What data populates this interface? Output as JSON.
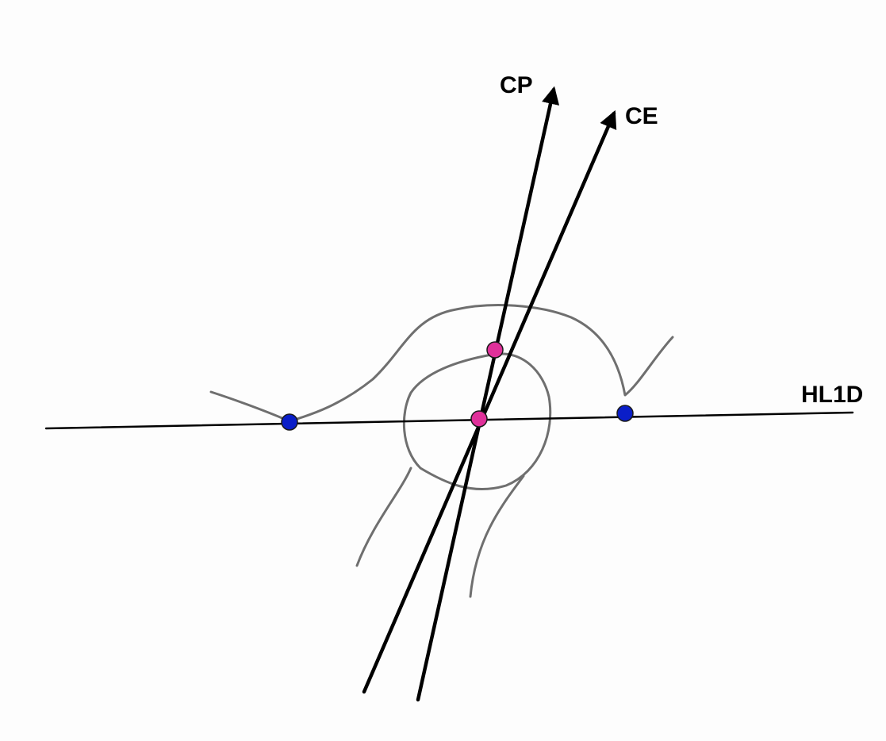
{
  "labels": {
    "cp": "CP",
    "ce": "CE",
    "hl1d": "HL1D"
  },
  "colors": {
    "background": "#fdfdfd",
    "sketch": "#6f6f6f",
    "lines": "#000000",
    "landmark_blue": "#0a1ec8",
    "landmark_magenta": "#e0309a"
  },
  "elements": {
    "acetabular_outline": "sketch-curve",
    "femoral_head": "sketch-circle",
    "femoral_neck": "sketch-lines",
    "landmarks_blue": 2,
    "landmarks_magenta": 2
  }
}
